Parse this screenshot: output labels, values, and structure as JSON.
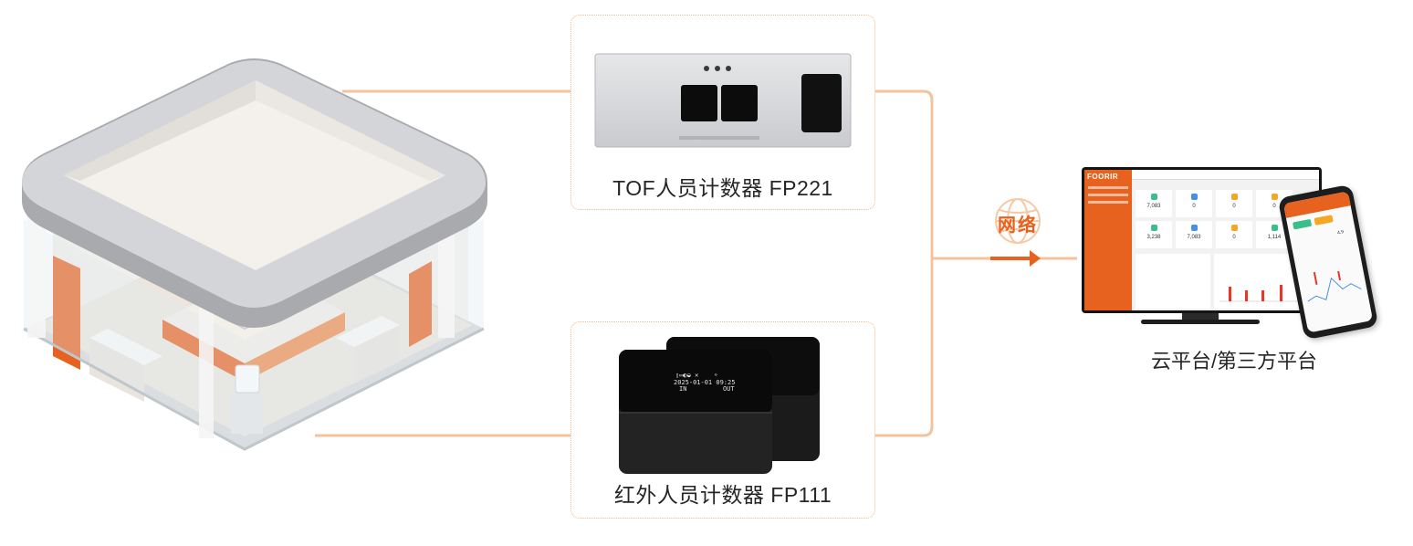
{
  "devices": {
    "tof_label": "TOF人员计数器 FP221",
    "ir_label": "红外人员计数器  FP111",
    "ir_screen": {
      "datetime": "2025-01-01 09:25",
      "in_label": "IN",
      "out_label": "OUT"
    }
  },
  "network": {
    "label": "网络"
  },
  "platform": {
    "label": "云平台/第三方平台",
    "logo": "FOORIR",
    "stats_row1": [
      "7,083",
      "0",
      "0",
      "0"
    ],
    "stats_row2": [
      "3,238",
      "7,083",
      "0",
      "1,114"
    ],
    "phone_value": "4,9"
  },
  "colors": {
    "accent": "#e8621f",
    "line": "#f5c29e",
    "card_border": "#f3b98e",
    "text": "#262626"
  }
}
